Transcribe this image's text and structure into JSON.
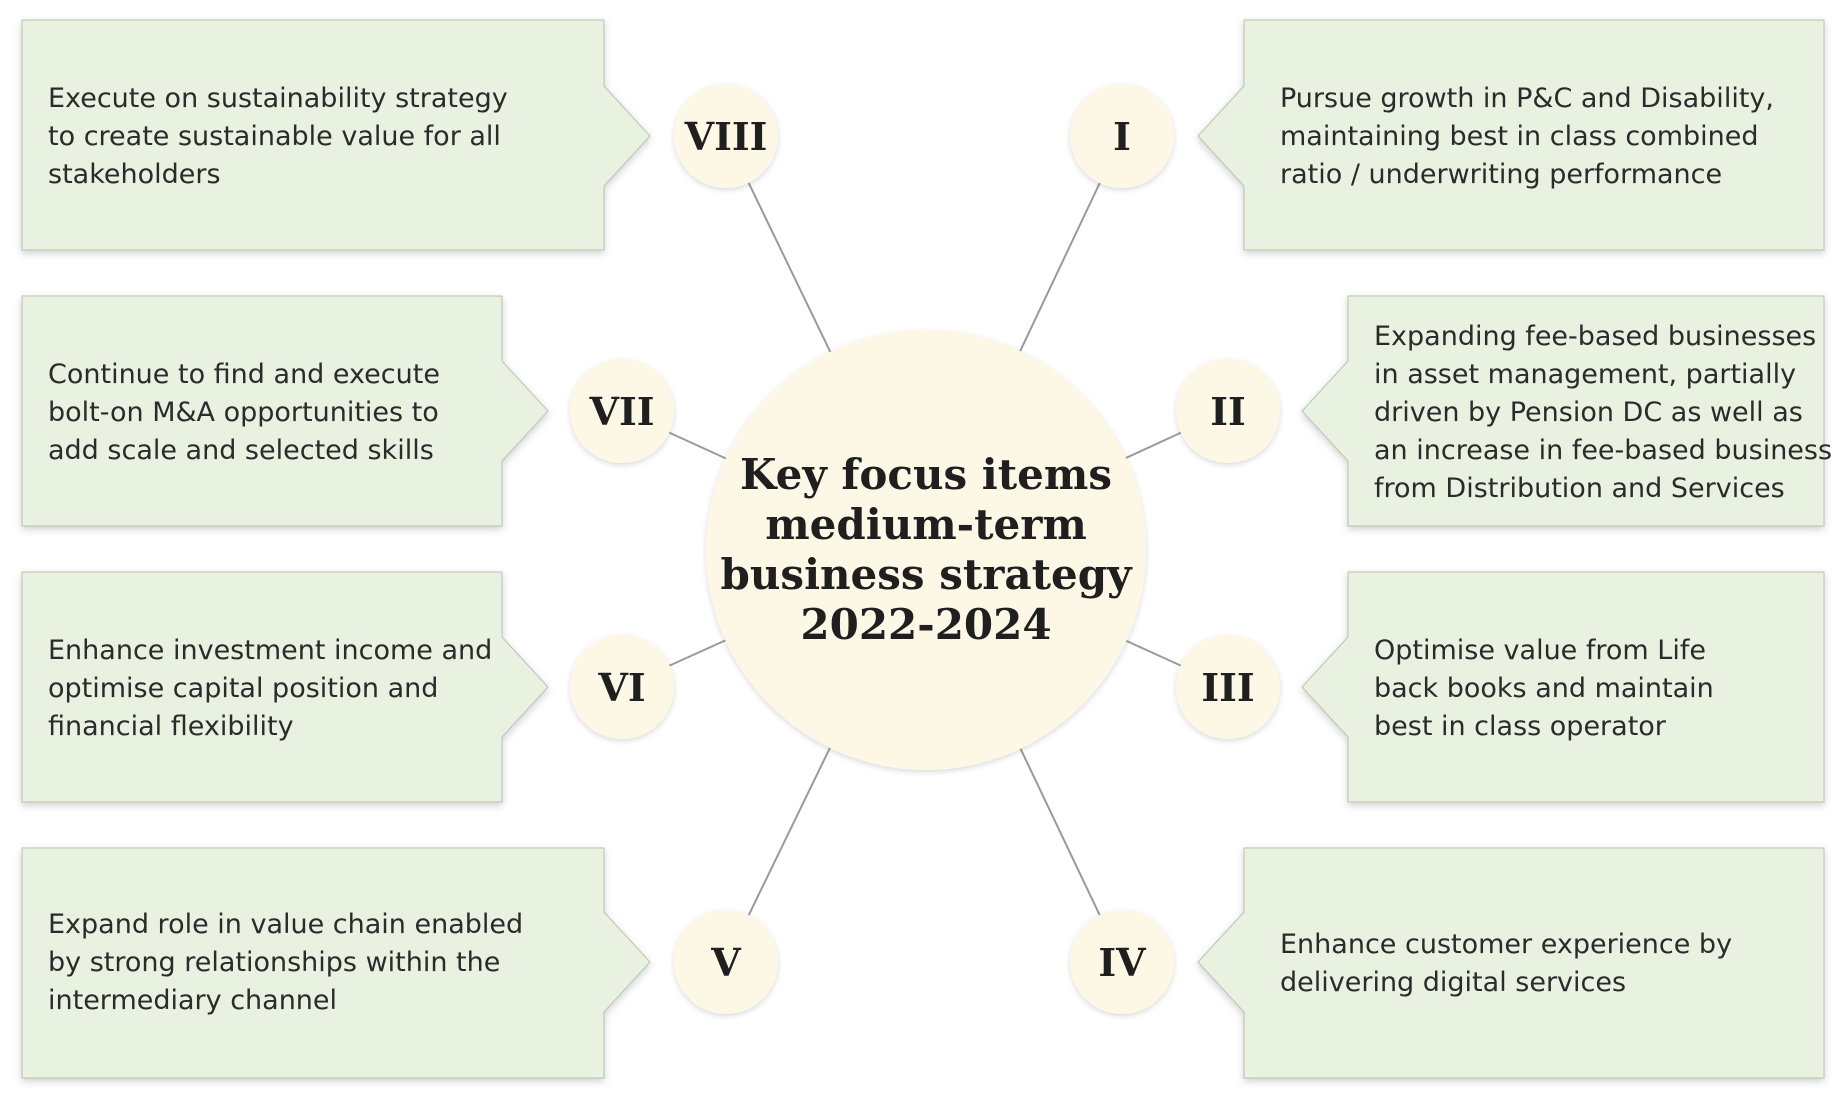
{
  "center": {
    "lines": [
      "Key focus items",
      "medium-term",
      "business strategy",
      "2022-2024"
    ]
  },
  "items": [
    {
      "numeral": "I",
      "lines": [
        "Pursue growth in P&C and Disability,",
        "maintaining best in class combined",
        "ratio / underwriting performance"
      ]
    },
    {
      "numeral": "II",
      "lines": [
        "Expanding fee-based businesses",
        "in asset management, partially",
        "driven by Pension DC as well as",
        "an increase in fee-based business",
        "from Distribution and Services"
      ]
    },
    {
      "numeral": "III",
      "lines": [
        "Optimise value from Life",
        "back books and maintain",
        "best in class operator"
      ]
    },
    {
      "numeral": "IV",
      "lines": [
        "Enhance customer experience by",
        "delivering digital services"
      ]
    },
    {
      "numeral": "V",
      "lines": [
        "Expand role in value chain enabled",
        "by strong relationships within the",
        "intermediary channel"
      ]
    },
    {
      "numeral": "VI",
      "lines": [
        "Enhance investment income and",
        "optimise capital position and",
        "financial flexibility"
      ]
    },
    {
      "numeral": "VII",
      "lines": [
        "Continue to find and execute",
        "bolt-on M&A opportunities to",
        "add scale and selected skills"
      ]
    },
    {
      "numeral": "VIII",
      "lines": [
        "Execute on sustainability strategy",
        "to create sustainable value for all",
        "stakeholders"
      ]
    }
  ],
  "colors": {
    "box_fill": "#e9f1e1",
    "box_edge": "#b9c4b0",
    "circle_fill": "#fdf7e6",
    "connector": "#9a9a9a",
    "text": "#2b2b2b"
  }
}
